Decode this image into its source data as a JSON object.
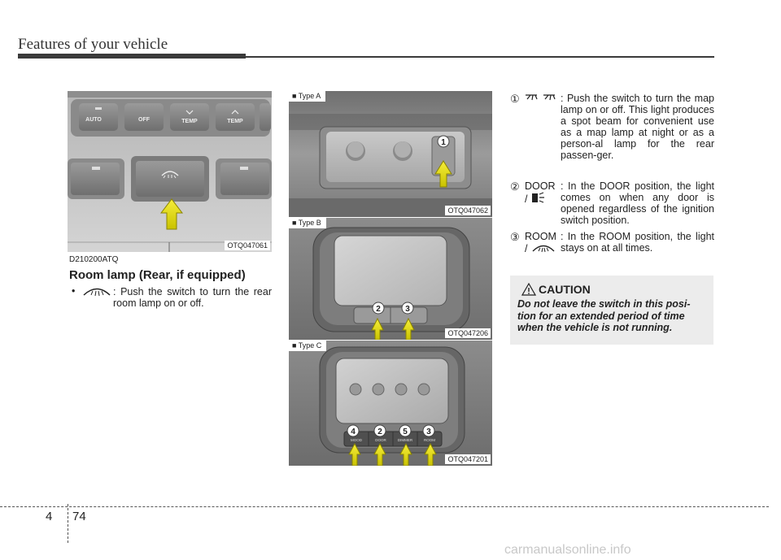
{
  "header": {
    "title": "Features of your vehicle"
  },
  "figures": {
    "rear": {
      "label": "OTQ047061",
      "buttons": [
        "AUTO",
        "OFF",
        "TEMP",
        "TEMP"
      ]
    },
    "typeA": {
      "type": "■ Type A",
      "label": "OTQ047062",
      "numbers": [
        "1"
      ]
    },
    "typeB": {
      "type": "■ Type B",
      "label": "OTQ047206",
      "numbers": [
        "2",
        "3"
      ]
    },
    "typeC": {
      "type": "■ Type C",
      "label": "OTQ047201",
      "numbers": [
        "4",
        "2",
        "5",
        "3"
      ],
      "buttons": [
        "MOOD",
        "DOOR",
        "DIMMER",
        "ROOM"
      ]
    }
  },
  "section": {
    "code": "D210200ATQ",
    "title": "Room lamp (Rear, if equipped)",
    "bullet_text": ": Push the switch to turn the rear room lamp on or off."
  },
  "items": [
    {
      "num": "①",
      "label": "",
      "text": ": Push the switch to turn the map lamp on or off. This light produces a spot beam for convenient use as a map lamp at night or as a person-al lamp for the rear passen-ger."
    },
    {
      "num": "②",
      "label": "DOOR",
      "text": ": In the DOOR position, the light comes on when any door is opened regardless of the ignition switch position."
    },
    {
      "num": "③",
      "label": "ROOM",
      "text": ": In the ROOM position, the light stays on at all times."
    }
  ],
  "slash": "/",
  "caution": {
    "title": "CAUTION",
    "text": "Do not leave the switch in this posi-tion for an extended period of time when the vehicle is not running."
  },
  "footer": {
    "chapter": "4",
    "page": "74",
    "watermark": "carmanualsonline.info"
  }
}
